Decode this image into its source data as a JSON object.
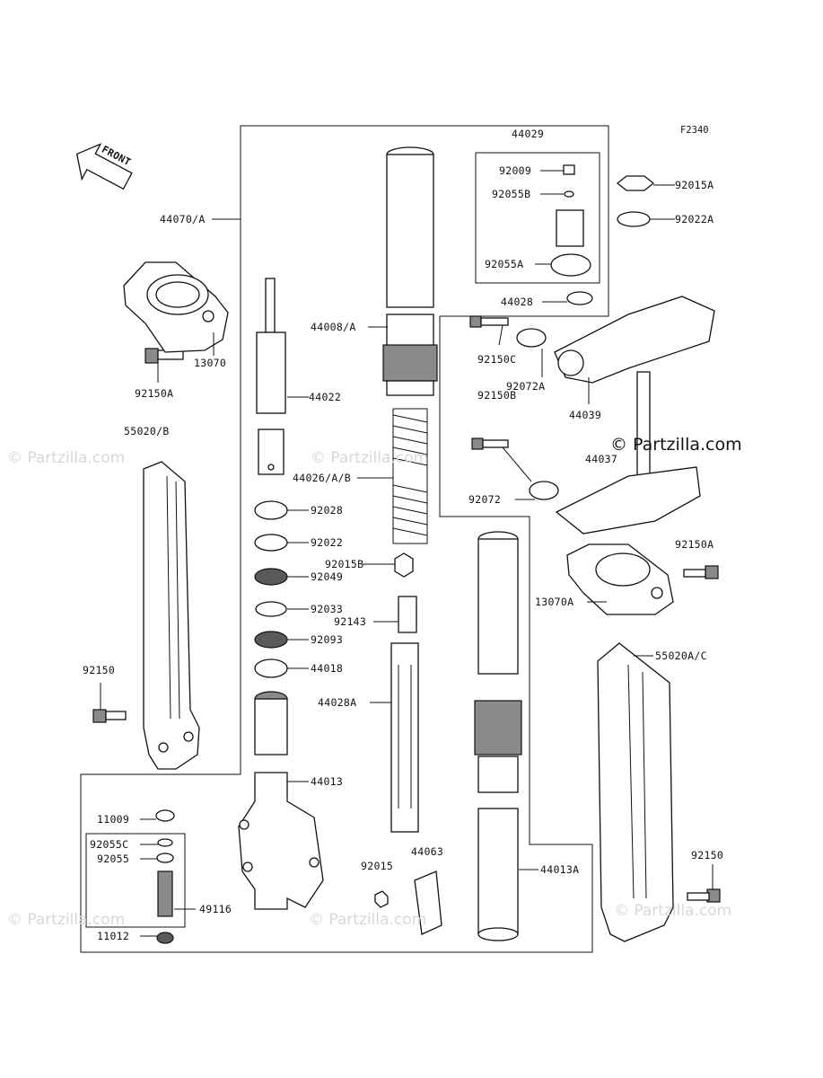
{
  "diagram_code": "F2340",
  "front_label": "FRONT",
  "watermark": "© Partzilla.com",
  "brand_watermark": "© Partzilla.com",
  "parts": [
    {
      "id": "44029",
      "label": "44029"
    },
    {
      "id": "92009",
      "label": "92009"
    },
    {
      "id": "92055B",
      "label": "92055B"
    },
    {
      "id": "92055A",
      "label": "92055A"
    },
    {
      "id": "44028",
      "label": "44028"
    },
    {
      "id": "92015A",
      "label": "92015A"
    },
    {
      "id": "92022A",
      "label": "92022A"
    },
    {
      "id": "44070A",
      "label": "44070/A"
    },
    {
      "id": "13070",
      "label": "13070"
    },
    {
      "id": "92150A_top",
      "label": "92150A"
    },
    {
      "id": "44022",
      "label": "44022"
    },
    {
      "id": "44008A",
      "label": "44008/A"
    },
    {
      "id": "92150C",
      "label": "92150C"
    },
    {
      "id": "92072A",
      "label": "92072A"
    },
    {
      "id": "44039",
      "label": "44039"
    },
    {
      "id": "92150B",
      "label": "92150B"
    },
    {
      "id": "55020B",
      "label": "55020/B"
    },
    {
      "id": "44026AB",
      "label": "44026/A/B"
    },
    {
      "id": "44037",
      "label": "44037"
    },
    {
      "id": "92072",
      "label": "92072"
    },
    {
      "id": "92028",
      "label": "92028"
    },
    {
      "id": "92022",
      "label": "92022"
    },
    {
      "id": "92015B",
      "label": "92015B"
    },
    {
      "id": "92150A_right",
      "label": "92150A"
    },
    {
      "id": "92049",
      "label": "92049"
    },
    {
      "id": "13070A",
      "label": "13070A"
    },
    {
      "id": "92033",
      "label": "92033"
    },
    {
      "id": "92143",
      "label": "92143"
    },
    {
      "id": "92093",
      "label": "92093"
    },
    {
      "id": "55020AC",
      "label": "55020A/C"
    },
    {
      "id": "44018",
      "label": "44018"
    },
    {
      "id": "92150_left",
      "label": "92150"
    },
    {
      "id": "44028A",
      "label": "44028A"
    },
    {
      "id": "44013",
      "label": "44013"
    },
    {
      "id": "11009",
      "label": "11009"
    },
    {
      "id": "92055C",
      "label": "92055C"
    },
    {
      "id": "92055",
      "label": "92055"
    },
    {
      "id": "44063",
      "label": "44063"
    },
    {
      "id": "92015",
      "label": "92015"
    },
    {
      "id": "92150_right",
      "label": "92150"
    },
    {
      "id": "49116",
      "label": "49116"
    },
    {
      "id": "44013A",
      "label": "44013A"
    },
    {
      "id": "11012",
      "label": "11012"
    }
  ]
}
